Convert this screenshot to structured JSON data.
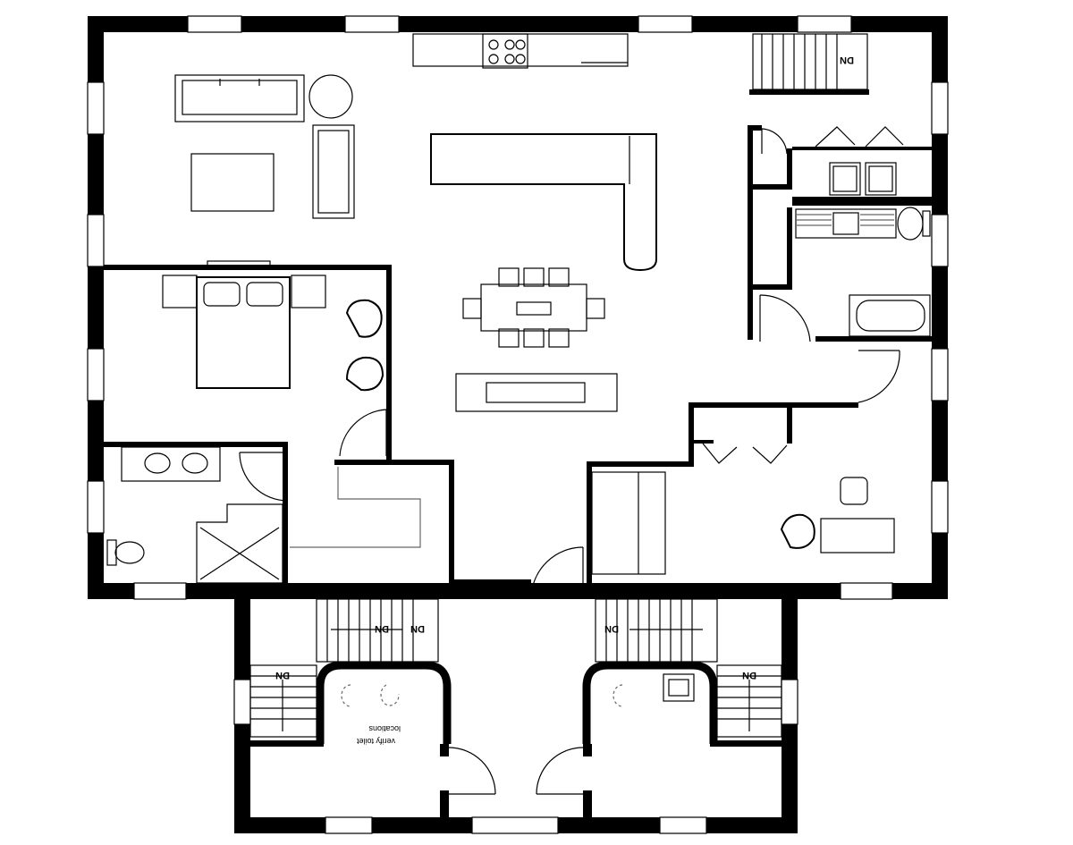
{
  "labels": {
    "stair_down": "DN",
    "note_line1": "verify toilet",
    "note_line2": "locations"
  }
}
